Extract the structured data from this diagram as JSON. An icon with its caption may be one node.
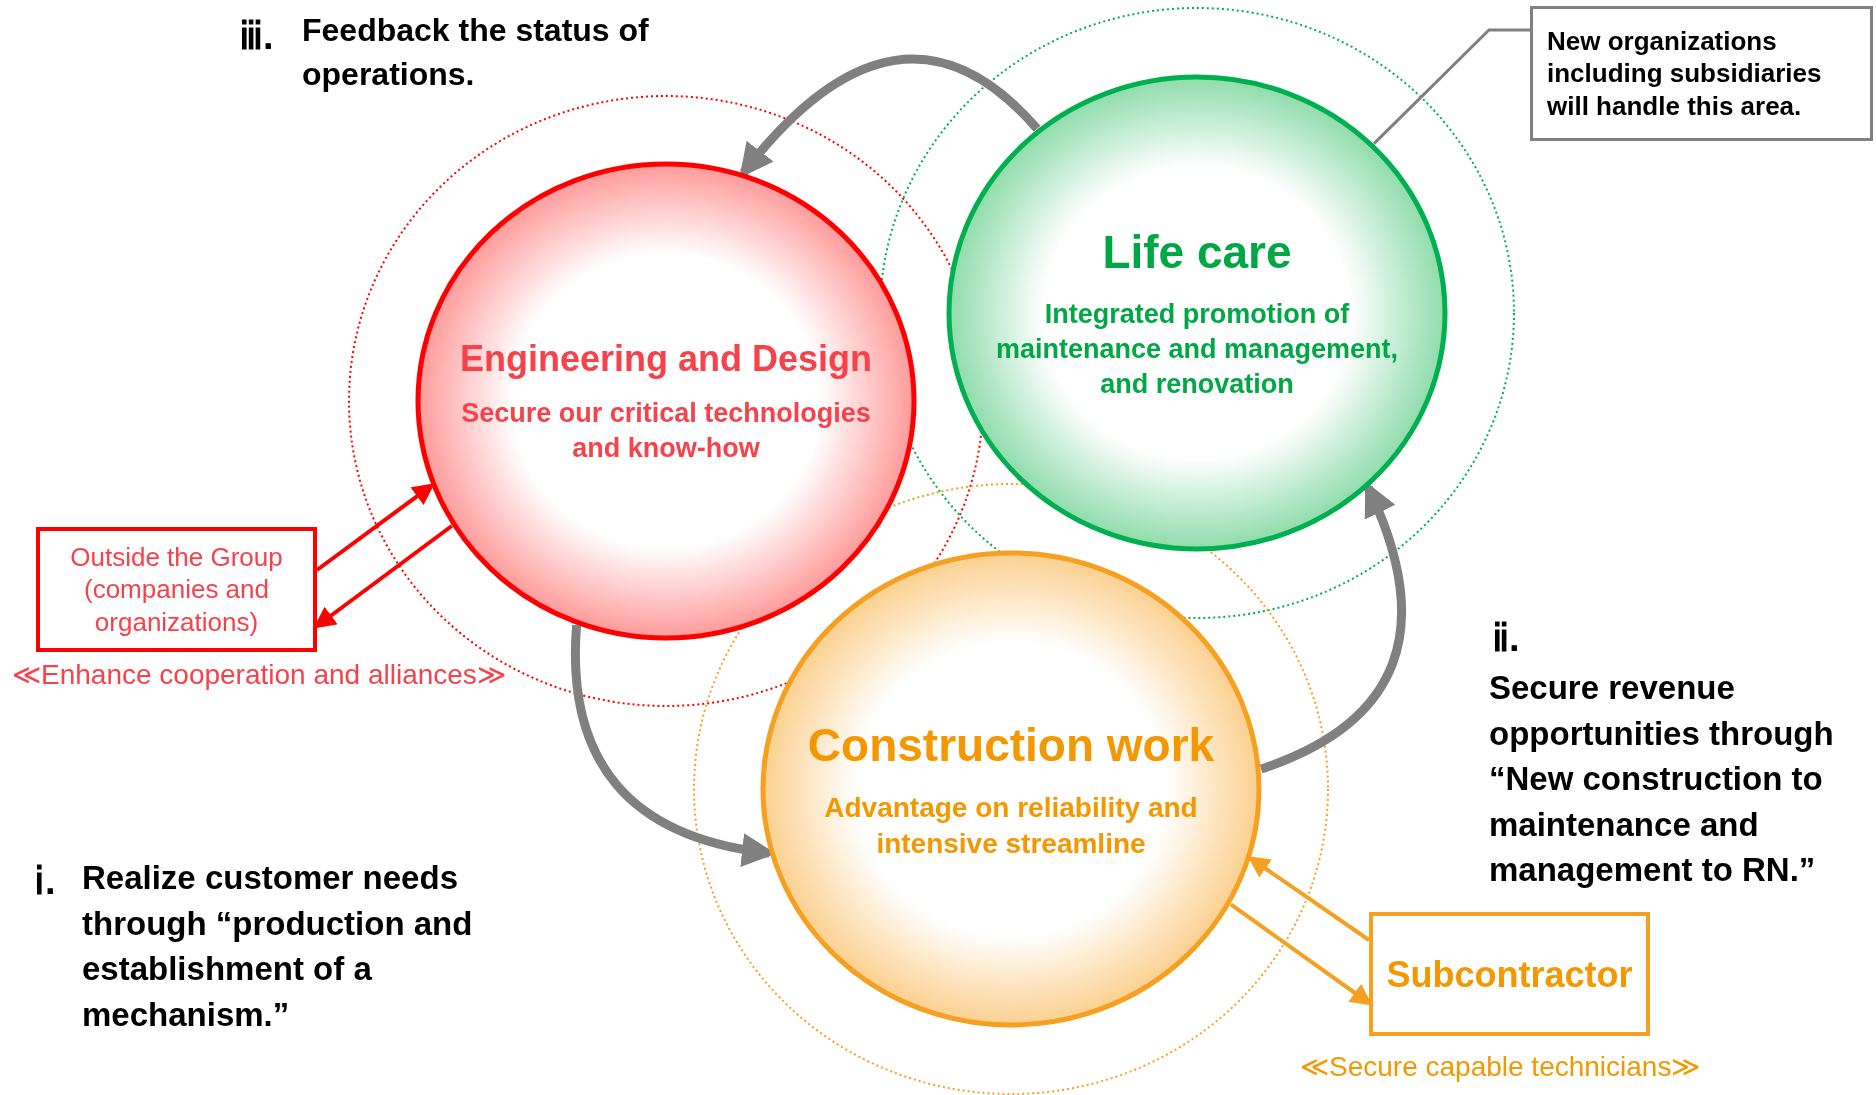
{
  "diagram": {
    "nodes": [
      {
        "text": [
          "Engineering and Design",
          "Secure our critical technologies and know-how"
        ]
      },
      {
        "text": [
          "Life care",
          "Integrated promotion of maintenance and management, and renovation"
        ]
      },
      {
        "text": [
          "Construction work",
          "Advantage on reliability and intensive streamline"
        ]
      },
      {
        "text": [
          "Outside the Group (companies and organizations)"
        ],
        "beside": [
          "≪Enhance cooperation and alliances≫"
        ]
      },
      {
        "text": [
          "Subcontractor"
        ],
        "beside": [
          "≪Secure capable technicians≫"
        ]
      },
      {
        "text": [
          "New organizations including subsidiaries will handle this area."
        ]
      }
    ],
    "edges": [
      {
        "from": 1,
        "to": 0,
        "arrow": "to",
        "style": "thick",
        "color": "#808080"
      },
      {
        "from": 3,
        "to": 0,
        "arrow": "to",
        "color": "#ff0000"
      },
      {
        "from": 0,
        "to": 3,
        "arrow": "to",
        "color": "#ff0000"
      },
      {
        "from": 0,
        "to": 2,
        "arrow": "to",
        "style": "thick",
        "color": "#808080"
      },
      {
        "from": 2,
        "to": 1,
        "arrow": "to",
        "style": "thick",
        "color": "#808080"
      },
      {
        "from": 4,
        "to": 2,
        "arrow": "to",
        "color": "#f5a020"
      },
      {
        "from": 2,
        "to": 4,
        "arrow": "to",
        "color": "#f5a020"
      },
      {
        "from": 5,
        "to": 1,
        "arrow": "none",
        "color": "#808080"
      }
    ],
    "labels": [
      "ⅲ.",
      "Feedback the status of operations.",
      "ⅱ.",
      "Secure revenue opportunities through “New construction to maintenance and management to RN.”",
      "ⅰ.",
      "Realize customer needs through “production and establishment of a mechanism.”"
    ]
  }
}
